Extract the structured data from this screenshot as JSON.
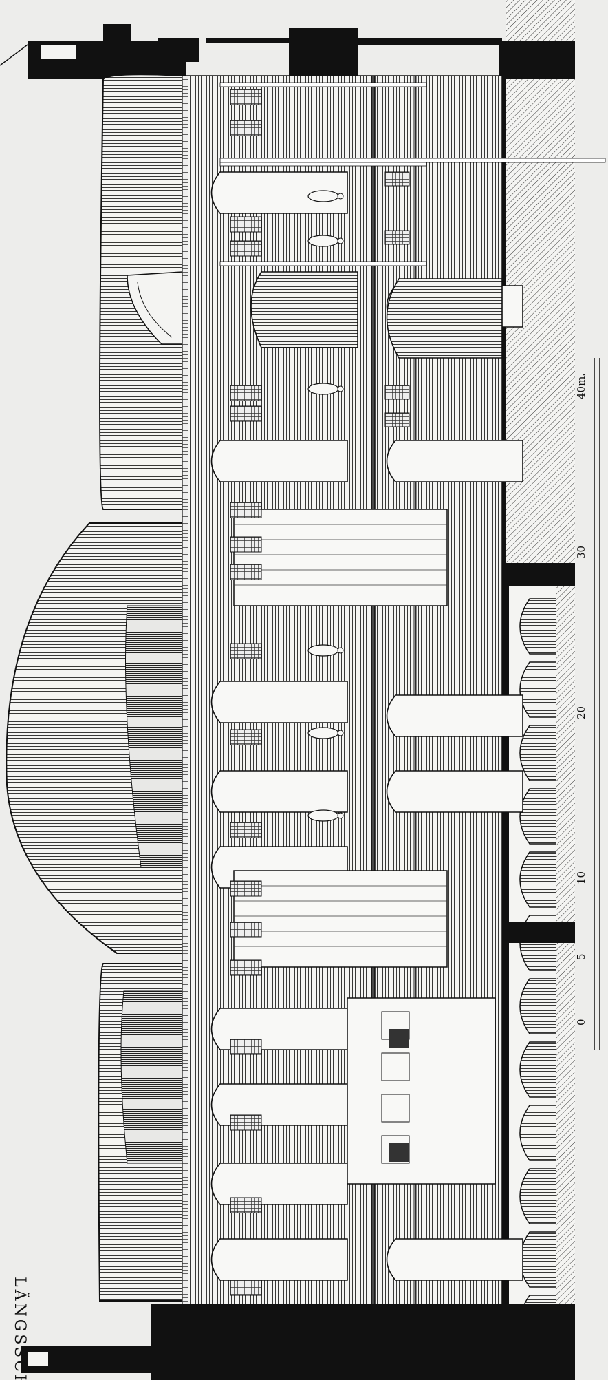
{
  "drawing": {
    "caption": "LÄNGSSCHNITT",
    "scale": {
      "labels": [
        "0",
        "5",
        "10",
        "20",
        "30",
        "40m."
      ]
    },
    "colors": {
      "paper": "#ededeb",
      "ink": "#111111",
      "hatch": "#6a6a6a",
      "light": "#f6f6f4"
    }
  }
}
